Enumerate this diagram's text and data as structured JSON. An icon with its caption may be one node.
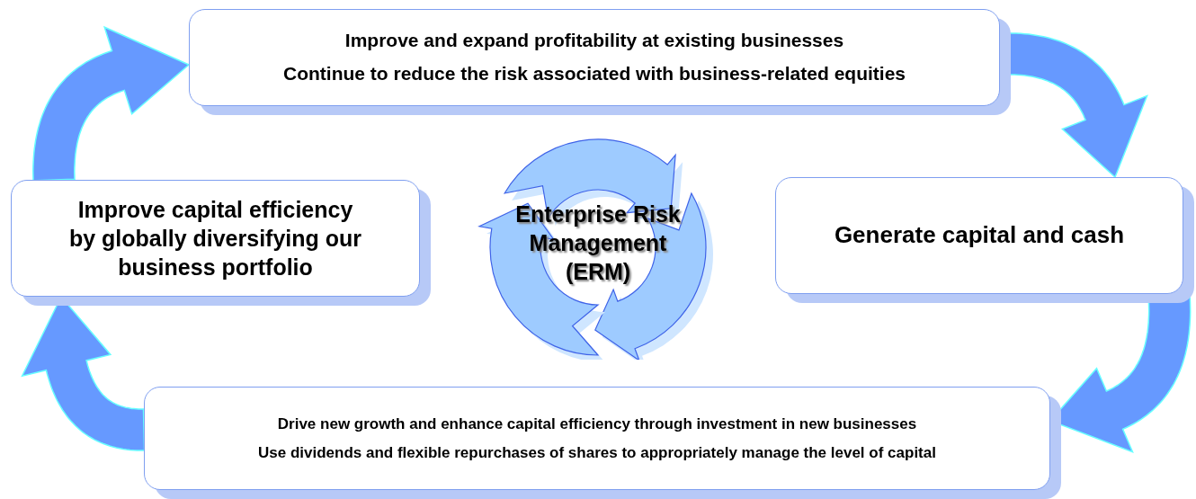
{
  "diagram": {
    "nodes": [
      {
        "text": [
          "Improve and expand profitability at existing businesses",
          "Continue to reduce the risk associated with business-related equities"
        ]
      },
      {
        "text": [
          "Generate capital and cash"
        ]
      },
      {
        "text": [
          "Drive new growth and enhance capital efficiency through investment in new businesses",
          "Use dividends and flexible repurchases of shares to appropriately manage the level of capital"
        ]
      },
      {
        "text": [
          "Improve capital efficiency by globally diversifying our business portfolio"
        ]
      },
      {
        "text": [
          "Enterprise Risk Management (ERM)"
        ]
      }
    ],
    "edges": [
      {
        "from": 3,
        "to": 0,
        "arrow": "to",
        "style": "thick"
      },
      {
        "from": 0,
        "to": 1,
        "arrow": "to",
        "style": "thick"
      },
      {
        "from": 1,
        "to": 2,
        "arrow": "to",
        "style": "thick"
      },
      {
        "from": 2,
        "to": 3,
        "arrow": "to",
        "style": "thick"
      }
    ]
  }
}
